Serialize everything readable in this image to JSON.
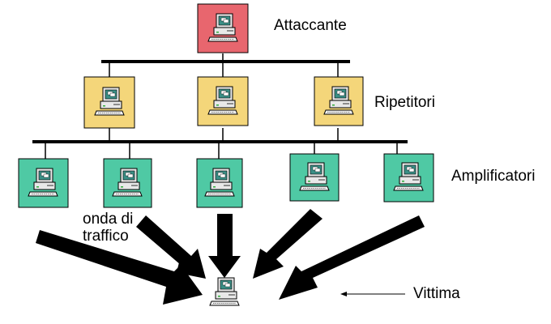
{
  "labels": {
    "attacker": "Attaccante",
    "repeaters": "Ripetitori",
    "amplifiers": "Amplificatori",
    "victim": "Vittima",
    "traffic_wave_line1": "onda di",
    "traffic_wave_line2": "traffico"
  },
  "colors": {
    "attacker_fill": "#e8666e",
    "repeater_fill": "#f4d67a",
    "amplifier_fill": "#4fc9a4",
    "line": "#000000"
  },
  "nodes": {
    "attacker": {
      "count": 1,
      "icon": "computer-icon"
    },
    "repeaters": {
      "count": 3,
      "icon": "computer-icon"
    },
    "amplifiers": {
      "count": 5,
      "icon": "computer-icon"
    },
    "victim": {
      "count": 1,
      "icon": "computer-icon"
    }
  }
}
